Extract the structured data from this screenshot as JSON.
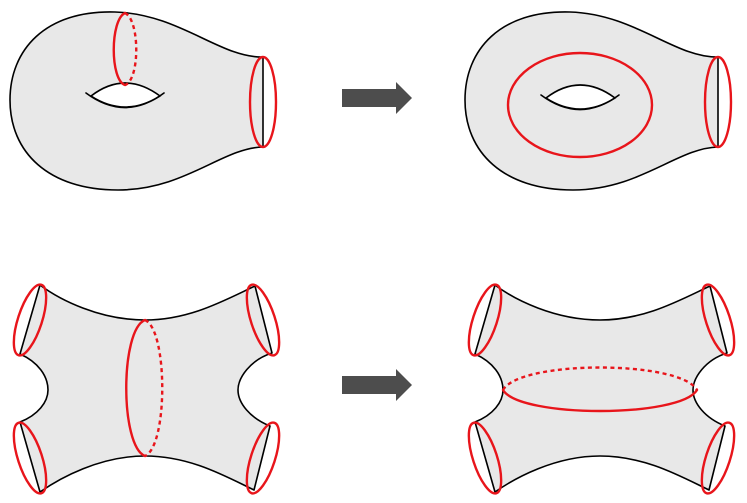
{
  "colors": {
    "surface_fill": "#e8e8e8",
    "outline": "#000000",
    "curve": "#e8151b",
    "arrow": "#4d4d4d"
  },
  "panels": [
    {
      "row": "top",
      "side": "left",
      "surface": "genus-one-one-boundary",
      "curves": [
        "meridian-through-handle",
        "boundary-circle"
      ]
    },
    {
      "row": "top",
      "side": "right",
      "surface": "genus-one-one-boundary",
      "curves": [
        "longitude-around-hole",
        "boundary-circle"
      ]
    },
    {
      "row": "bottom",
      "side": "left",
      "surface": "four-holed-sphere",
      "curves": [
        "vertical-separating-curve",
        "boundary-circles"
      ]
    },
    {
      "row": "bottom",
      "side": "right",
      "surface": "four-holed-sphere",
      "curves": [
        "horizontal-separating-curve",
        "boundary-circles"
      ]
    }
  ],
  "arrows": [
    {
      "row": "top",
      "direction": "right"
    },
    {
      "row": "bottom",
      "direction": "right"
    }
  ]
}
